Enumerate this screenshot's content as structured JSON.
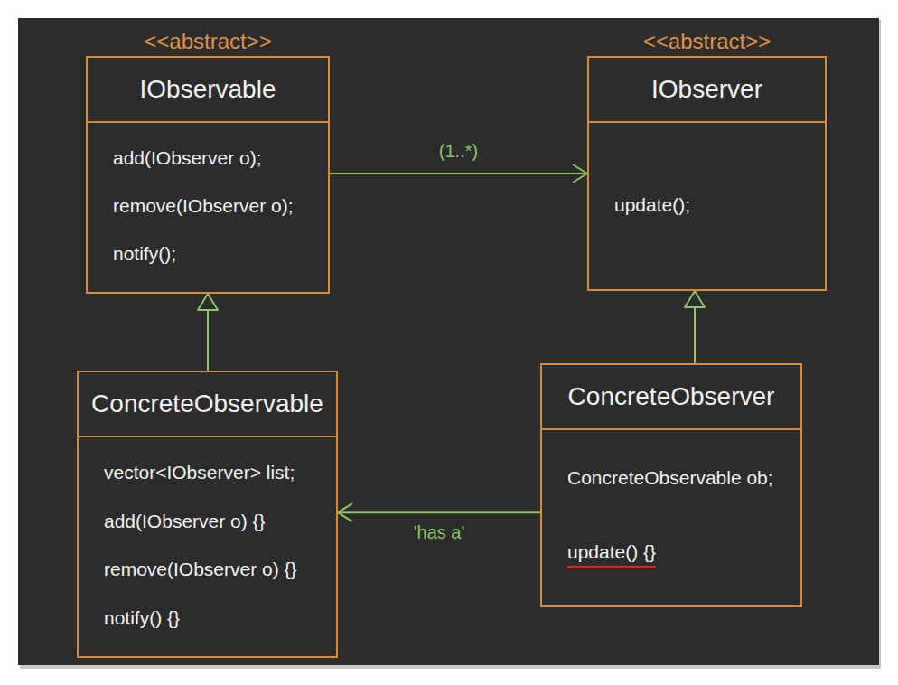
{
  "diagram": {
    "nodes": [
      {
        "text": [
          "<<abstract>>",
          "IObservable",
          "add(IObserver o);",
          "remove(IObserver o);",
          "notify();"
        ]
      },
      {
        "text": [
          "<<abstract>>",
          "IObserver",
          "update();"
        ]
      },
      {
        "text": [
          "ConcreteObservable",
          "vector<IObserver> list;",
          "add(IObserver o) {}",
          "remove(IObserver o) {}",
          "notify() {}"
        ]
      },
      {
        "text": [
          "ConcreteObserver",
          "ConcreteObservable ob;",
          "update() {}"
        ]
      }
    ],
    "edges": [
      {
        "from": 0,
        "to": 1,
        "arrow": "to",
        "label": "(1..*)"
      },
      {
        "from": 2,
        "to": 0,
        "arrow": "to"
      },
      {
        "from": 3,
        "to": 1,
        "arrow": "to"
      },
      {
        "from": 3,
        "to": 2,
        "arrow": "to",
        "label": "'has a'"
      }
    ]
  }
}
